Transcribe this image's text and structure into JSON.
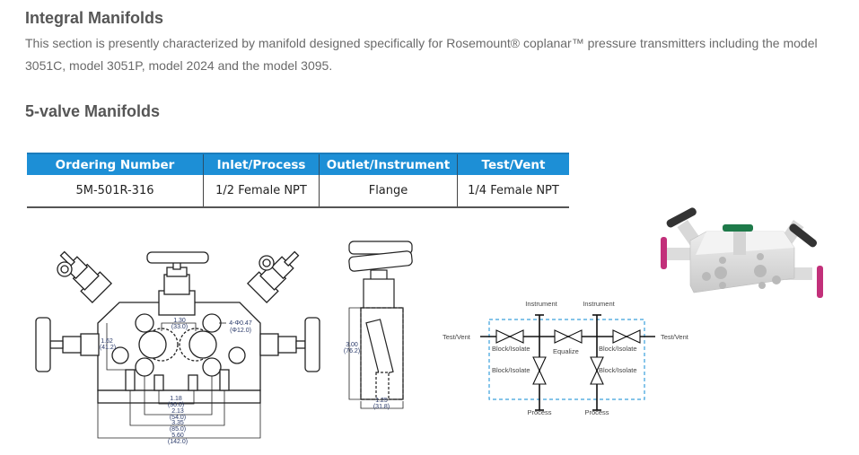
{
  "section": {
    "title": "Integral Manifolds",
    "description": "This section is presently characterized by manifold designed specifically for Rosemount® coplanar™ pressure transmitters including the model 3051C, model 3051P, model 2024 and the model 3095."
  },
  "subsection": {
    "title": "5-valve Manifolds"
  },
  "spec_table": {
    "header_color": "#1d8fd6",
    "columns": [
      "Ordering Number",
      "Inlet/Process",
      "Outlet/Instrument",
      "Test/Vent"
    ],
    "rows": [
      [
        "5M-501R-316",
        "1/2 Female NPT",
        "Flange",
        "1/4 Female NPT"
      ]
    ]
  },
  "front_view": {
    "dimensions": {
      "hole_spacing_top": "1.30",
      "hole_spacing_top_mm": "(33.0)",
      "hole_callout": "4-Φ0.47",
      "hole_callout_mm": "(Φ12.0)",
      "height": "1.62",
      "height_mm": "(41.2)",
      "d1": "1.18",
      "d1_mm": "(30.0)",
      "d2": "2.13",
      "d2_mm": "(54.0)",
      "d3": "3.35",
      "d3_mm": "(85.0)",
      "d4": "5.60",
      "d4_mm": "(142.0)"
    }
  },
  "side_view": {
    "dimensions": {
      "height": "3.00",
      "height_mm": "(76.2)",
      "width": "1.25",
      "width_mm": "(31.8)"
    }
  },
  "schematic": {
    "labels": {
      "instrument_left": "Instrument",
      "instrument_right": "Instrument",
      "test_vent_left": "Test/Vent",
      "test_vent_right": "Test/Vent",
      "block_isolate_top_left": "Block/Isolate",
      "equalize": "Equalize",
      "block_isolate_top_right": "Block/Isolate",
      "block_isolate_bottom_left": "Block/Isolate",
      "block_isolate_bottom_right": "Block/Isolate",
      "process_left": "Process",
      "process_right": "Process"
    },
    "boundary_color": "#3aa0dc"
  },
  "product_image": {
    "handle_colors": {
      "side": "#c2307a",
      "angled": "#333333",
      "center": "#1e7a4a"
    }
  }
}
